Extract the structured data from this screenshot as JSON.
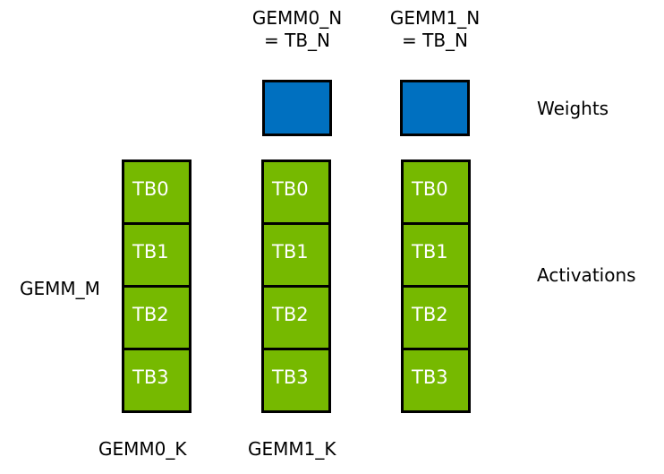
{
  "diagram": {
    "background_color": "#ffffff",
    "weight_color": "#0070c0",
    "activation_color": "#76b900",
    "border_color": "#000000",
    "cell_text_color": "#ffffff",
    "label_text_color": "#000000"
  },
  "top_labels": [
    {
      "line1": "GEMM0_N",
      "line2": "= TB_N"
    },
    {
      "line1": "GEMM1_N",
      "line2": "= TB_N"
    }
  ],
  "weights": {
    "row_label": "Weights",
    "boxes": [
      {
        "name": "gemm0-weight"
      },
      {
        "name": "gemm1-weight"
      }
    ]
  },
  "activations": {
    "row_label": "Activations",
    "m_label": "GEMM_M",
    "columns": [
      {
        "name": "column-0",
        "k_label": "GEMM0_K",
        "cells": [
          "TB0",
          "TB1",
          "TB2",
          "TB3"
        ]
      },
      {
        "name": "column-1",
        "k_label": "GEMM1_K",
        "cells": [
          "TB0",
          "TB1",
          "TB2",
          "TB3"
        ]
      },
      {
        "name": "column-2",
        "k_label": "",
        "cells": [
          "TB0",
          "TB1",
          "TB2",
          "TB3"
        ]
      }
    ]
  }
}
